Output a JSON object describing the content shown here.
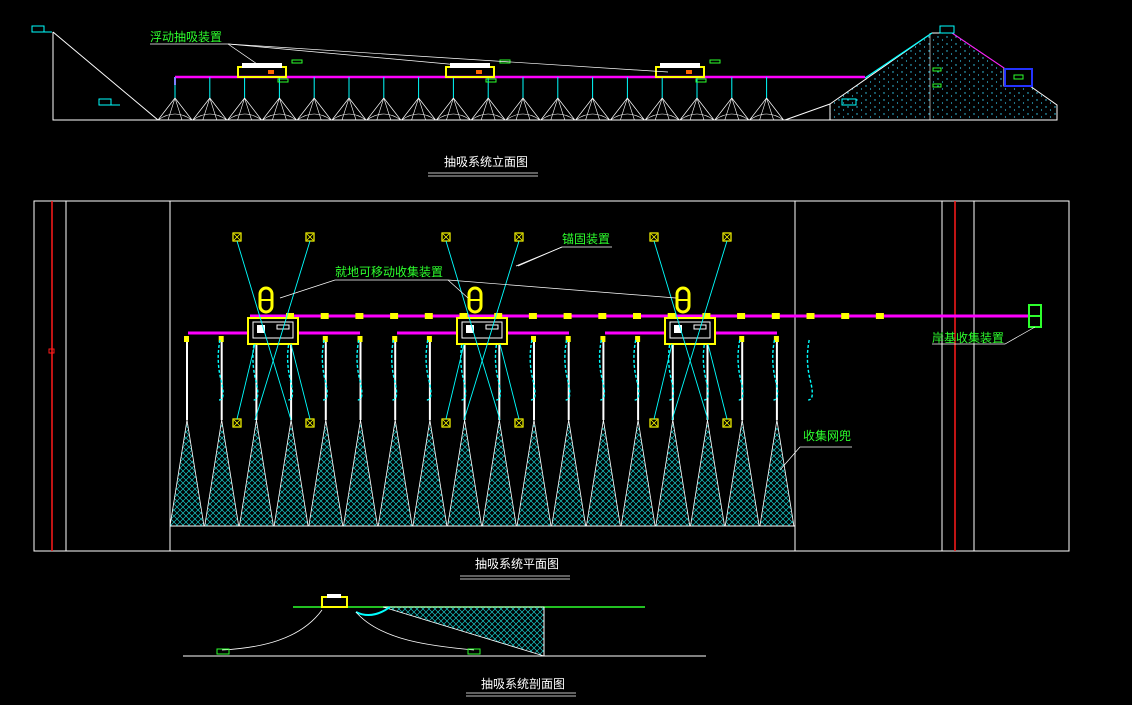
{
  "drawing": {
    "labels": {
      "floating_device": "浮动抽吸装置",
      "elevation_title": "抽吸系统立面图",
      "anchor_device": "锚固装置",
      "mobile_collector": "就地可移动收集装置",
      "bank_collector": "岸基收集装置",
      "collection_net": "收集网兜",
      "plan_title": "抽吸系统平面图",
      "section_title": "抽吸系统剖面图"
    },
    "colors": {
      "background": "#000000",
      "line": "#ffffff",
      "pipe": "#ff00ff",
      "device": "#ffff00",
      "cable": "#00ffff",
      "label": "#2dff2d",
      "axis": "#ff0000",
      "bank_box": "#0000ff"
    },
    "plan": {
      "module_count": 3,
      "nets_per_module": 5
    }
  }
}
